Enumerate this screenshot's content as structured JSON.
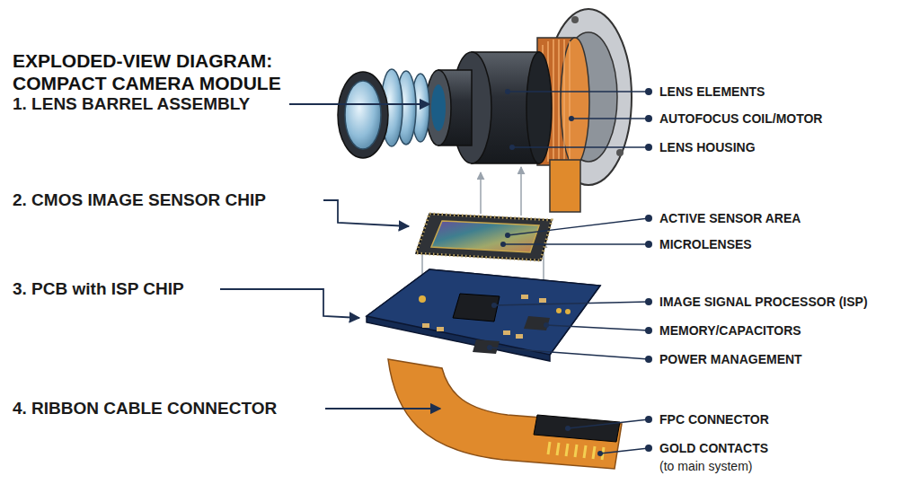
{
  "diagram": {
    "title": "EXPLODED-VIEW DIAGRAM: COMPACT CAMERA MODULE",
    "labels": [
      "1. LENS BARREL ASSEMBLY",
      "2. CMOS IMAGE SENSOR CHIP",
      "3. PCB with ISP CHIP",
      "4. RIBBON CABLE CONNECTOR",
      "LENS ELEMENTS",
      "AUTOFOCUS COIL/MOTOR",
      "LENS HOUSING",
      "ACTIVE SENSOR AREA",
      "MICROLENSES",
      "IMAGE SIGNAL PROCESSOR (ISP)",
      "MEMORY/CAPACITORS",
      "POWER MANAGEMENT",
      "FPC CONNECTOR",
      "GOLD CONTACTS",
      "(to main system)"
    ]
  }
}
